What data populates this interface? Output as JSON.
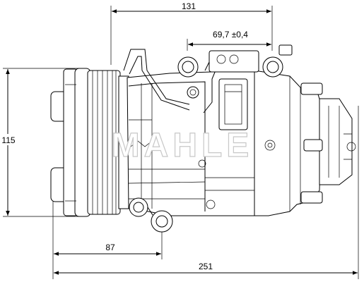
{
  "dimensions": {
    "top_length": "131",
    "port_spacing": "69,7 ±0,4",
    "height": "115",
    "mount_offset": "87",
    "overall_length": "251"
  },
  "watermark": "MAHLE",
  "colors": {
    "line": "#000000",
    "background": "#ffffff",
    "watermark_outline": "#c8c8c8"
  }
}
